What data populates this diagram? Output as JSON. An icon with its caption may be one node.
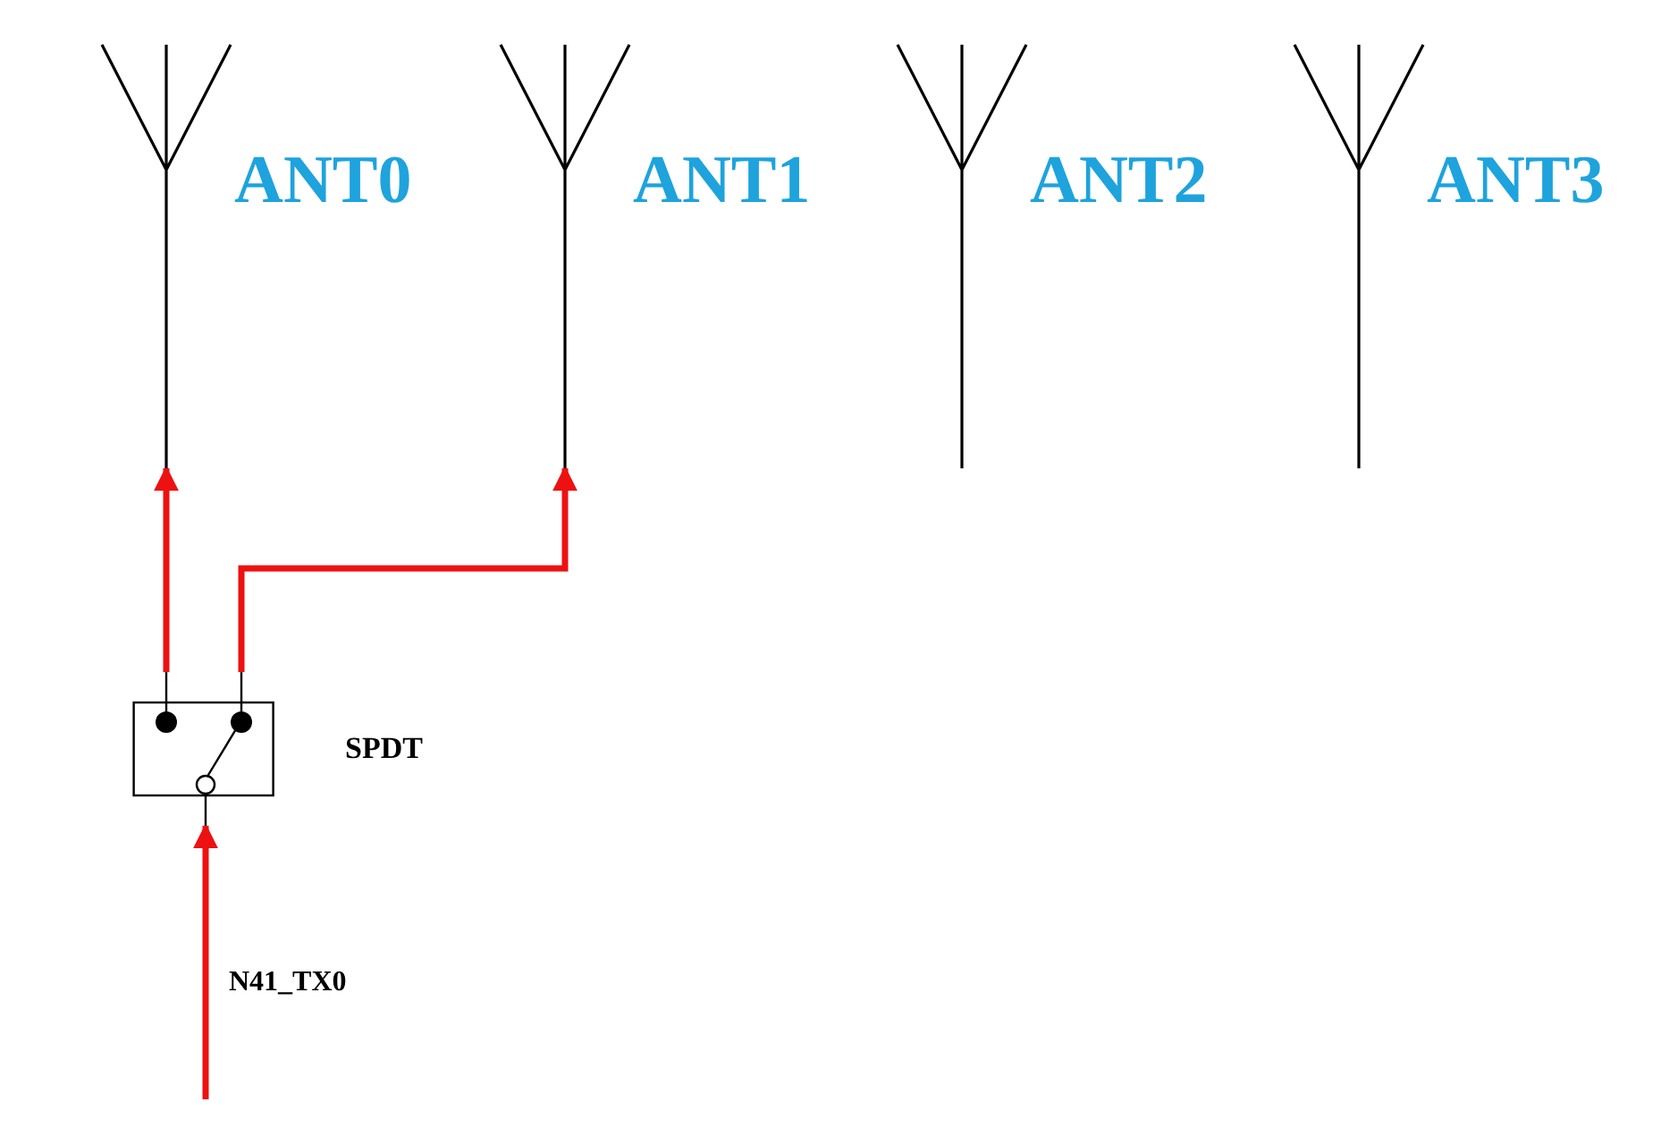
{
  "diagram": {
    "nodes": [
      {
        "text": [
          "ANT0"
        ]
      },
      {
        "text": [
          "ANT1"
        ]
      },
      {
        "text": [
          "ANT2"
        ]
      },
      {
        "text": [
          "ANT3"
        ]
      },
      {
        "text": [
          "SPDT"
        ]
      }
    ],
    "edges": [
      {
        "from": 4,
        "to": 0,
        "arrow": "to"
      },
      {
        "from": 4,
        "to": 1,
        "arrow": "to"
      },
      {
        "from": null,
        "to": 4,
        "arrow": "to",
        "label": "N41_TX0"
      }
    ]
  }
}
